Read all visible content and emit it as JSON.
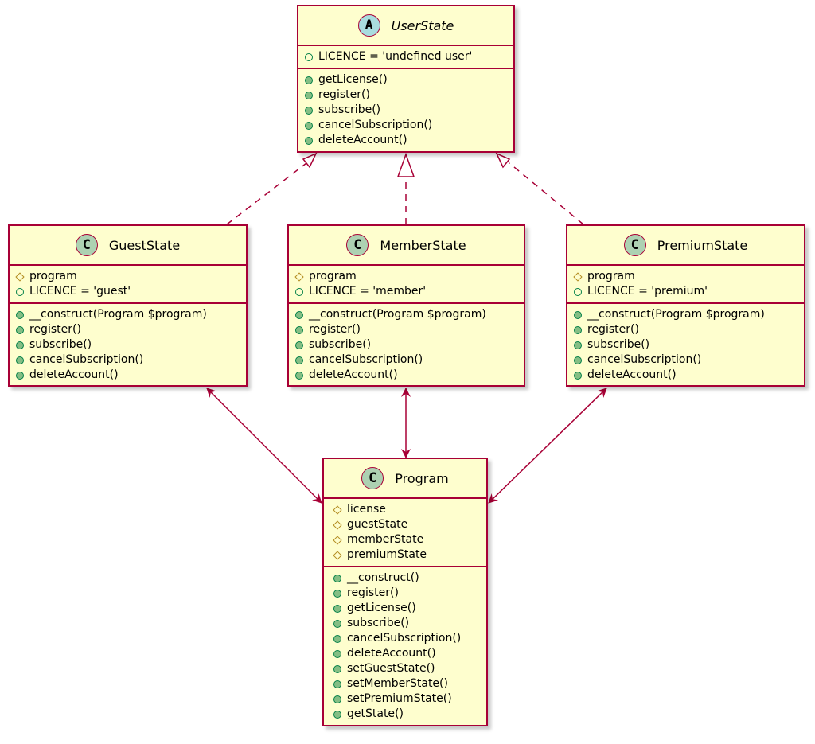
{
  "diagram": {
    "classes": {
      "user_state": {
        "badge": "A",
        "name": "UserState",
        "attributes": [
          {
            "visibility": "public",
            "text": "LICENCE = 'undefined user'"
          }
        ],
        "operations": [
          "getLicense()",
          "register()",
          "subscribe()",
          "cancelSubscription()",
          "deleteAccount()"
        ]
      },
      "guest_state": {
        "badge": "C",
        "name": "GuestState",
        "attributes": [
          {
            "visibility": "protected",
            "text": "program"
          },
          {
            "visibility": "public",
            "text": "LICENCE = 'guest'"
          }
        ],
        "operations": [
          "__construct(Program $program)",
          "register()",
          "subscribe()",
          "cancelSubscription()",
          "deleteAccount()"
        ]
      },
      "member_state": {
        "badge": "C",
        "name": "MemberState",
        "attributes": [
          {
            "visibility": "protected",
            "text": "program"
          },
          {
            "visibility": "public",
            "text": "LICENCE = 'member'"
          }
        ],
        "operations": [
          "__construct(Program $program)",
          "register()",
          "subscribe()",
          "cancelSubscription()",
          "deleteAccount()"
        ]
      },
      "premium_state": {
        "badge": "C",
        "name": "PremiumState",
        "attributes": [
          {
            "visibility": "protected",
            "text": "program"
          },
          {
            "visibility": "public",
            "text": "LICENCE = 'premium'"
          }
        ],
        "operations": [
          "__construct(Program $program)",
          "register()",
          "subscribe()",
          "cancelSubscription()",
          "deleteAccount()"
        ]
      },
      "program": {
        "badge": "C",
        "name": "Program",
        "attributes": [
          {
            "visibility": "protected",
            "text": "license"
          },
          {
            "visibility": "protected",
            "text": "guestState"
          },
          {
            "visibility": "protected",
            "text": "memberState"
          },
          {
            "visibility": "protected",
            "text": "premiumState"
          }
        ],
        "operations": [
          "__construct()",
          "register()",
          "getLicense()",
          "subscribe()",
          "cancelSubscription()",
          "deleteAccount()",
          "setGuestState()",
          "setMemberState()",
          "setPremiumState()",
          "getState()"
        ]
      }
    },
    "relations": [
      {
        "from": "guest_state",
        "to": "user_state",
        "kind": "realization"
      },
      {
        "from": "member_state",
        "to": "user_state",
        "kind": "realization"
      },
      {
        "from": "premium_state",
        "to": "user_state",
        "kind": "realization"
      },
      {
        "from": "guest_state",
        "to": "program",
        "kind": "bidirectional-association"
      },
      {
        "from": "member_state",
        "to": "program",
        "kind": "bidirectional-association"
      },
      {
        "from": "premium_state",
        "to": "program",
        "kind": "bidirectional-association"
      }
    ],
    "colors": {
      "fill": "#fefece",
      "border": "#a80036",
      "class_badge": "#add1b2",
      "abstract_badge": "#a9dcdf",
      "public_marker": "#038048",
      "protected_marker": "#b38d22"
    }
  }
}
